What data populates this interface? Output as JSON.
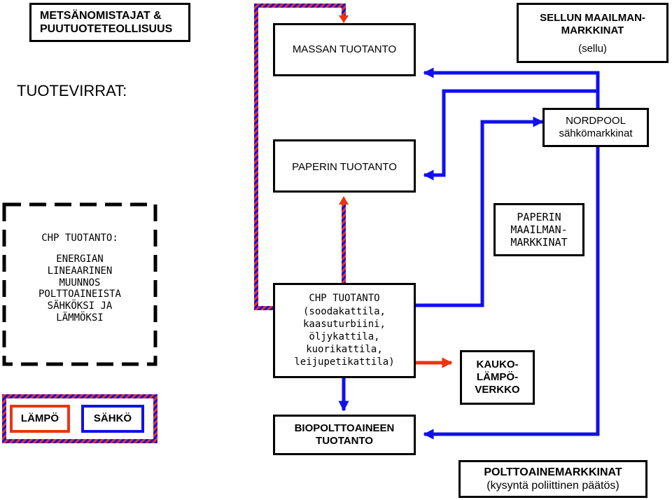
{
  "title": "TUOTEVIRRAT:",
  "boxes": {
    "stakeholders": {
      "line1": "METSÄNOMISTAJAT &",
      "line2": "PUUTUOTETEOLLISUUS"
    },
    "pulp_production": {
      "label": "MASSAN TUOTANTO"
    },
    "pulp_markets": {
      "line1": "SELLUN MAAILMAN-",
      "line2": "MARKKINAT",
      "sub": "(sellu)"
    },
    "nordpool": {
      "line1": "NORDPOOL",
      "line2": "sähkömarkkinat"
    },
    "paper_production": {
      "label": "PAPERIN TUOTANTO"
    },
    "chp_concept": {
      "heading": "CHP TUOTANTO:",
      "lines": [
        "ENERGIAN",
        "LINEAARINEN",
        "MUUNNOS",
        "POLTTOAINEISTA",
        "SÄHKÖKSI JA",
        "LÄMMÖKSI"
      ]
    },
    "paper_markets": {
      "line1": "PAPERIN",
      "line2": "MAAILMAN-",
      "line3": "MARKKINAT"
    },
    "chp_plant": {
      "heading": "CHP TUOTANTO",
      "lines": [
        "(soodakattila,",
        "kaasuturbiini,",
        "öljykattila,",
        "kuorikattila,",
        "leijupetikattila)"
      ]
    },
    "district_heating": {
      "line1": "KAUKO-",
      "line2": "LÄMPÖ-",
      "line3": "VERKKO"
    },
    "biofuel_production": {
      "line1": "BIOPOLTTOAINEEN",
      "line2": "TUOTANTO"
    },
    "fuel_markets": {
      "line1": "POLTTOAINEMARKKINAT",
      "line2": "(kysyntä poliittinen päätös)"
    }
  },
  "legend": {
    "heat": "LÄMPÖ",
    "electricity": "SÄHKÖ"
  },
  "colors": {
    "electricity": "#1010ee",
    "heat": "#ee3311",
    "border": "#000000"
  }
}
